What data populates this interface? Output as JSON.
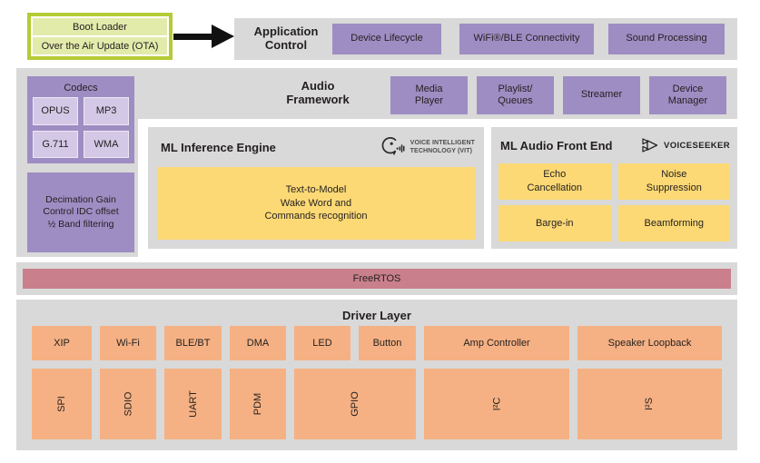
{
  "boot_loader": {
    "items": [
      "Boot Loader",
      "Over the Air Update (OTA)"
    ]
  },
  "application_control": {
    "title": "Application\nControl",
    "boxes": [
      "Device Lifecycle",
      "WiFi®/BLE Connectivity",
      "Sound Processing"
    ]
  },
  "codecs": {
    "title": "Codecs",
    "items": [
      "OPUS",
      "MP3",
      "G.711",
      "WMA"
    ]
  },
  "decimation": {
    "label": "Decimation Gain\nControl IDC offset\n½ Band filtering"
  },
  "audio_framework": {
    "title": "Audio\nFramework",
    "boxes": [
      "Media\nPlayer",
      "Playlist/\nQueues",
      "Streamer",
      "Device\nManager"
    ]
  },
  "ml_inference": {
    "title": "ML Inference Engine",
    "logo_text": "VOICE INTELLIGENT\nTECHNOLOGY (VIT)",
    "box": "Text-to-Model\nWake Word and\nCommands recognition"
  },
  "ml_audio_front_end": {
    "title": "ML Audio Front End",
    "logo_text": "VOICESEEKER",
    "boxes": [
      "Echo\nCancellation",
      "Noise\nSuppression",
      "Barge-in",
      "Beamforming"
    ]
  },
  "freertos": {
    "label": "FreeRTOS"
  },
  "driver_layer": {
    "title": "Driver Layer",
    "row1": [
      "XIP",
      "Wi-Fi",
      "BLE/BT",
      "DMA",
      "LED",
      "Button",
      "Amp Controller",
      "Speaker Loopback"
    ],
    "row2": [
      "SPI",
      "SDIO",
      "UART",
      "PDM",
      "GPIO",
      "I²C",
      "I²S"
    ]
  },
  "colors": {
    "section_gray": "#d9d9d9",
    "purple": "#9e8dc3",
    "purple_light": "#d3c9e6",
    "yellow": "#fcd975",
    "orange": "#f5b183",
    "rose": "#c9808c",
    "green_border": "#b5cb35",
    "green_fill": "#e3ebab",
    "text": "#231f20"
  }
}
